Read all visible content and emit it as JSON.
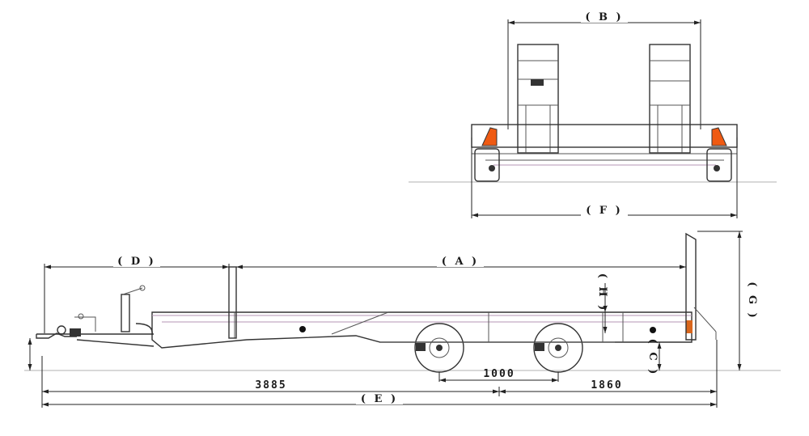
{
  "labels": {
    "A": "( A )",
    "B": "( B )",
    "C": "( C )",
    "D": "( D )",
    "E": "( E )",
    "F": "( F )",
    "G": "( G )",
    "H": "( H )"
  },
  "dimensions": {
    "front_length": "3885",
    "axle_spacing": "1000",
    "rear_length": "1860"
  },
  "colors": {
    "lamp": "#ef5a12",
    "line": "#555555",
    "frame_tint": "#b596b5"
  }
}
